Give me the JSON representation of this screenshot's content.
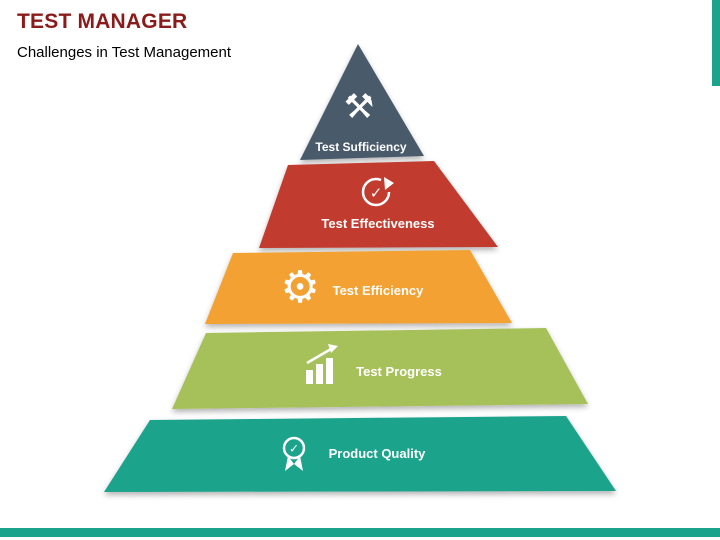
{
  "slide": {
    "title": "TEST MANAGER",
    "subtitle": "Challenges in Test Management",
    "title_color": "#8B1A1A",
    "text_color": "#000000",
    "accent_color": "#1CA38C",
    "background": "#FFFFFF"
  },
  "pyramid": {
    "label_color": "#FFFFFF",
    "levels": [
      {
        "label": "Test Sufficiency",
        "color": "#4A5A6B",
        "icon": "fist-wrench-icon"
      },
      {
        "label": "Test Effectiveness",
        "color": "#C13A2E",
        "icon": "circular-arrow-check-icon"
      },
      {
        "label": "Test Efficiency",
        "color": "#F2A130",
        "icon": "gear-check-icon"
      },
      {
        "label": "Test Progress",
        "color": "#A6C05A",
        "icon": "growth-bars-icon"
      },
      {
        "label": "Product Quality",
        "color": "#1CA38C",
        "icon": "award-ribbon-icon"
      }
    ]
  },
  "glyphs": {
    "tools": "⚒",
    "gear": "⚙",
    "check": "✓"
  }
}
